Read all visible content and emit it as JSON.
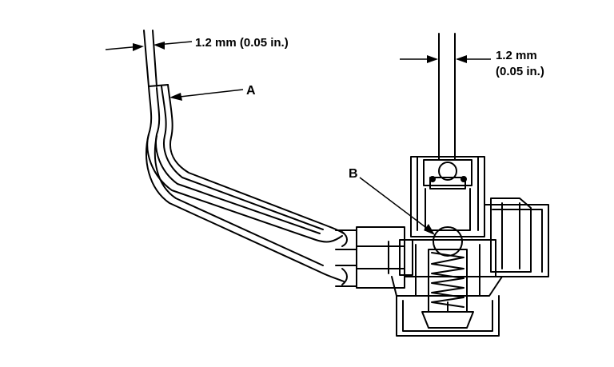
{
  "labels": {
    "a": "A",
    "b": "B"
  },
  "dimensions": {
    "left": "1.2 mm (0.05 in.)",
    "right_line1": "1.2 mm",
    "right_line2": "(0.05 in.)"
  },
  "colors": {
    "ink": "#000000",
    "paper": "#ffffff"
  }
}
